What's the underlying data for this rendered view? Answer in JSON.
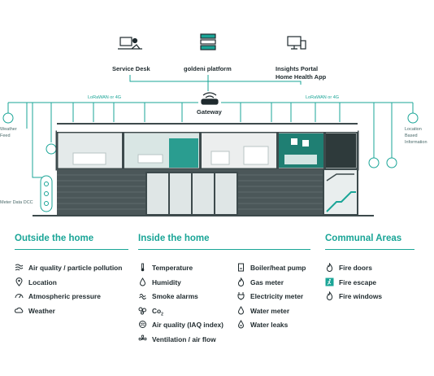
{
  "top_nodes": {
    "service_desk": "Service Desk",
    "platform": "goldeni platform",
    "portal_line1": "Insights Portal",
    "portal_line2": "Home Health App"
  },
  "gateway": "Gateway",
  "network": {
    "left": "LoRaWAN or 4G",
    "right": "LoRaWAN or 4G"
  },
  "side": {
    "weather_line1": "Weather",
    "weather_line2": "Feed",
    "meter": "Meter Data DCC",
    "location_line1": "Location",
    "location_line2": "Based",
    "location_line3": "Information"
  },
  "colors": {
    "accent": "#1aa597",
    "dark": "#1f2a2e",
    "wall": "#3d4a4c"
  },
  "sections": {
    "outside": {
      "title": "Outside the home",
      "items": [
        {
          "label": "Air quality / particle pollution",
          "icon": "wind-icon"
        },
        {
          "label": "Location",
          "icon": "location-pin-icon"
        },
        {
          "label": "Atmospheric pressure",
          "icon": "gauge-icon"
        },
        {
          "label": "Weather",
          "icon": "cloud-icon"
        }
      ]
    },
    "inside": {
      "title": "Inside the home",
      "items_left": [
        {
          "label": "Temperature",
          "icon": "thermometer-icon"
        },
        {
          "label": "Humidity",
          "icon": "droplet-icon"
        },
        {
          "label": "Smoke alarms",
          "icon": "smoke-alarm-icon"
        },
        {
          "label": "Co",
          "sub": "2",
          "icon": "co2-icon"
        },
        {
          "label": "Air quality (IAQ index)",
          "icon": "air-quality-icon"
        },
        {
          "label": "Ventilation / air flow",
          "icon": "fan-icon"
        }
      ],
      "items_right": [
        {
          "label": "Boiler/heat pump",
          "icon": "boiler-icon"
        },
        {
          "label": "Gas meter",
          "icon": "flame-icon"
        },
        {
          "label": "Electricity meter",
          "icon": "plug-icon"
        },
        {
          "label": "Water meter",
          "icon": "water-drop-icon"
        },
        {
          "label": "Water leaks",
          "icon": "leak-icon"
        }
      ]
    },
    "communal": {
      "title": "Communal Areas",
      "items": [
        {
          "label": "Fire doors",
          "icon": "fire-icon"
        },
        {
          "label": "Fire escape",
          "icon": "fire-escape-icon"
        },
        {
          "label": "Fire windows",
          "icon": "fire-window-icon"
        }
      ]
    }
  }
}
